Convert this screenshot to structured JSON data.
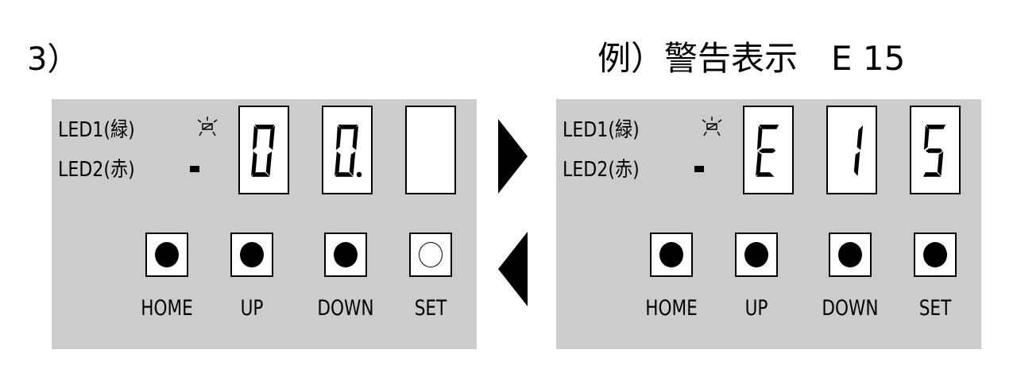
{
  "step_label": "3）",
  "example_title": "例）警告表示　E 15",
  "panels": [
    {
      "led1_label": "LED1(緑)",
      "led2_label": "LED2(赤)",
      "led1_state": "blinking",
      "led2_state": "on",
      "digits": [
        "0",
        "0.",
        ""
      ],
      "buttons": [
        {
          "label": "HOME",
          "lit": true
        },
        {
          "label": "UP",
          "lit": true
        },
        {
          "label": "DOWN",
          "lit": true
        },
        {
          "label": "SET",
          "lit": false
        }
      ]
    },
    {
      "led1_label": "LED1(緑)",
      "led2_label": "LED2(赤)",
      "led1_state": "blinking",
      "led2_state": "on",
      "digits": [
        "E",
        "1",
        "5"
      ],
      "buttons": [
        {
          "label": "HOME",
          "lit": true
        },
        {
          "label": "UP",
          "lit": true
        },
        {
          "label": "DOWN",
          "lit": true
        },
        {
          "label": "SET",
          "lit": true
        }
      ]
    }
  ],
  "colors": {
    "panel": "#cccccc",
    "segment": "#000000"
  }
}
